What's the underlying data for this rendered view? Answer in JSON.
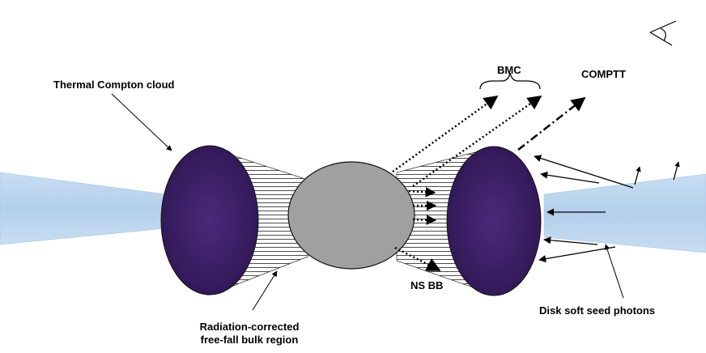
{
  "labels": {
    "thermal_cloud": "Thermal Compton cloud",
    "bmc": "BMC",
    "comptt": "COMPTT",
    "ns_bb": "NS BB",
    "radiation_line1": "Radiation-corrected",
    "radiation_line2": "free-fall bulk region",
    "disk_seed": "Disk soft seed photons"
  },
  "colors": {
    "disk": "#bcd6ef",
    "cloud": "#3b1d66",
    "neutron_star": "#a0a0a0"
  }
}
